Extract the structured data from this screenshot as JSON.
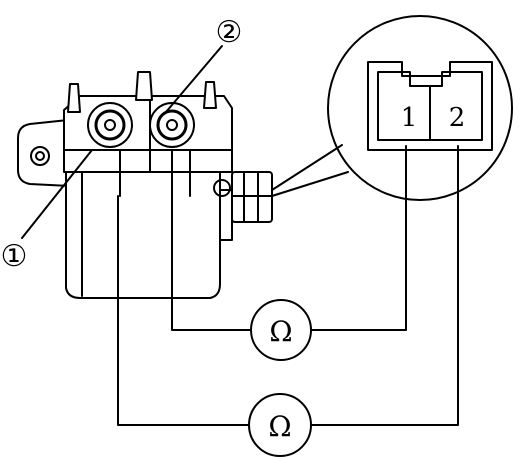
{
  "callouts": [
    {
      "id": "1",
      "label": "①"
    },
    {
      "id": "2",
      "label": "②"
    }
  ],
  "connector": {
    "pins": [
      {
        "id": "1",
        "label": "1"
      },
      {
        "id": "2",
        "label": "2"
      }
    ]
  },
  "meters": [
    {
      "id": "upper",
      "symbol": "Ω"
    },
    {
      "id": "lower",
      "symbol": "Ω"
    }
  ]
}
